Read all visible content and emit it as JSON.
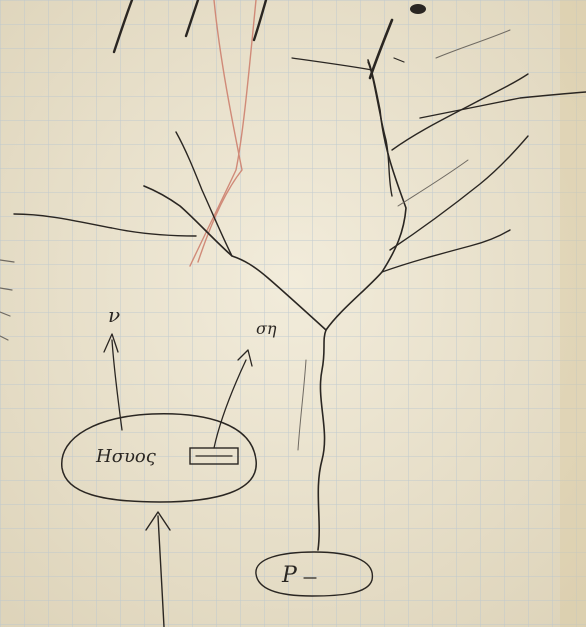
{
  "sketch": {
    "label_left_arrow": "ν",
    "label_right_arrow": "ση",
    "label_oval_large": "Ησυος",
    "label_oval_small": "Ρ"
  },
  "colors": {
    "paper": "#e8e1cc",
    "grid_line": "#b9c6cf",
    "ink": "#2a2622",
    "red_pencil": "#d08a78"
  },
  "icons": {
    "grid": "graph-paper-grid",
    "tree": "branching-tree-drawing",
    "arrows": "hand-drawn-arrows"
  }
}
